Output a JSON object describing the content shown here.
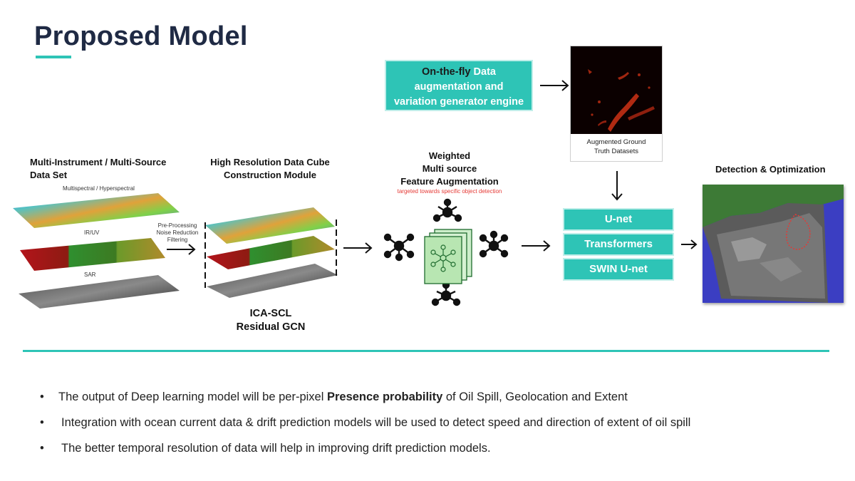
{
  "slide": {
    "title": "Proposed Model",
    "accent_color": "#2ec4b6",
    "title_color": "#1f2a44"
  },
  "input_stage": {
    "title_line1": "Multi-Instrument / Multi-Source",
    "title_line2": "Data Set",
    "layer_labels": [
      "Multispectral / Hyperspectral",
      "IR/UV",
      "SAR"
    ]
  },
  "preprocessing": {
    "line1": "Pre-Processing",
    "line2": "Noise Reduction",
    "line3": "Filtering"
  },
  "cube_stage": {
    "title_line1": "High Resolution Data Cube",
    "title_line2": "Construction Module",
    "caption_line1": "ICA-SCL",
    "caption_line2": "Residual GCN"
  },
  "augmentation_stage": {
    "title_line1": "Weighted",
    "title_line2": "Multi source",
    "title_line3": "Feature Augmentation",
    "subtitle": "targeted towards specific object detection"
  },
  "engine": {
    "line1_dark": "On-the-fly",
    "line1_light": "Data",
    "line2": "augmentation and",
    "line3": "variation generator engine"
  },
  "ground_truth": {
    "label_line1": "Augmented Ground",
    "label_line2": "Truth Datasets"
  },
  "models": [
    "U-net",
    "Transformers",
    "SWIN U-net"
  ],
  "output_stage": {
    "title": "Detection & Optimization"
  },
  "bullets": [
    {
      "pre": "The output of Deep learning model will be per-pixel ",
      "bold": "Presence probability",
      "post": " of Oil Spill, Geolocation and Extent"
    },
    {
      "pre": "Integration with ocean current data & drift prediction models will be used to detect speed and direction of extent of oil spill",
      "bold": "",
      "post": ""
    },
    {
      "pre": "The better temporal resolution of data will help in improving drift prediction models.",
      "bold": "",
      "post": ""
    }
  ],
  "bullet_symbol": "•",
  "icons": [
    "right-arrow-icon",
    "down-arrow-icon",
    "network-graph-icon",
    "stacked-documents-icon"
  ]
}
